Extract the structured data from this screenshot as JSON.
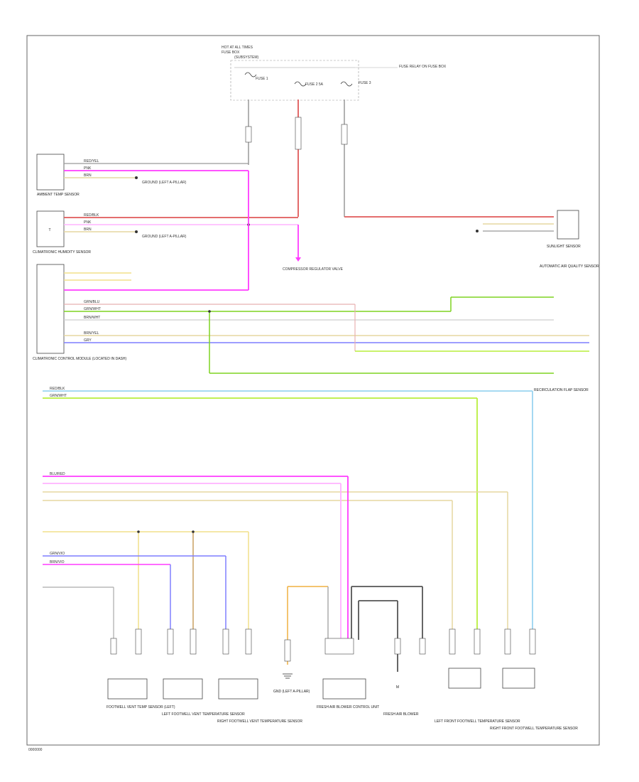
{
  "page_code": "0000000",
  "colors": {
    "red": "#e05a5a",
    "magenta": "#ff3bff",
    "pink": "#ffb3ff",
    "green": "#7ed321",
    "lime": "#b8ee3c",
    "tan": "#e6d7a0",
    "yellow": "#f2e08a",
    "blue": "#7f7fff",
    "lightblue": "#9ad4f0",
    "black": "#555555",
    "gray": "#aaaaaa",
    "orange": "#f0b040",
    "brown": "#c8a060"
  },
  "fuse_box": {
    "title_1": "HOT AT ALL TIMES",
    "title_2": "FUSE BOX",
    "title_3": "(SUBSYSTEM)",
    "fuse_a": "FUSE 1",
    "fuse_b": "FUSE 2 5A",
    "fuse_c": "FUSE 3",
    "note": "FUSE RELAY ON FUSE BOX"
  },
  "components": {
    "ambient_sensor": "AMBIENT TEMP SENSOR",
    "humidity_sensor": "CLIMATRONIC HUMIDITY SENSOR",
    "control_module": "CLIMATRONIC CONTROL MODULE (LOCATED IN DASH)",
    "ground_note": "GROUND (LEFT A-PILLAR)",
    "right_sensor": "SUNLIGHT SENSOR",
    "right_sensor_2": "AUTOMATIC AIR QUALITY SENSOR",
    "right_sensor_3": "RECIRCULATION FLAP SENSOR",
    "compressor_note": "COMPRESSOR REGULATOR VALVE",
    "bottom_1": "FOOTWELL VENT TEMP SENSOR (LEFT)",
    "bottom_2": "LEFT FOOTWELL VENT TEMPERATURE SENSOR",
    "bottom_3": "RIGHT FOOTWELL VENT TEMPERATURE SENSOR",
    "bottom_4": "GND (LEFT A-PILLAR)",
    "bottom_5": "FRESH AIR BLOWER CONTROL UNIT",
    "bottom_6": "FRESH AIR BLOWER",
    "bottom_7": "LEFT FRONT FOOTWELL TEMPERATURE SENSOR",
    "bottom_8": "RIGHT FRONT FOOTWELL TEMPERATURE SENSOR"
  },
  "wire_labels": {
    "w1": "RED/YEL",
    "w2": "PNK",
    "w3": "BRN",
    "w4": "RED/BLK",
    "w5": "PNK",
    "w6": "BRN",
    "w7": "GRN/BLU",
    "w8": "GRN/WHT",
    "w9": "BRN/WHT",
    "w10": "BRN/YEL",
    "w11": "GRY",
    "w12": "RED/BLK",
    "w13": "GRN/WHT",
    "w14": "BLU/RED",
    "w15": "GRN/VIO",
    "w16": "BRN/VIO"
  }
}
